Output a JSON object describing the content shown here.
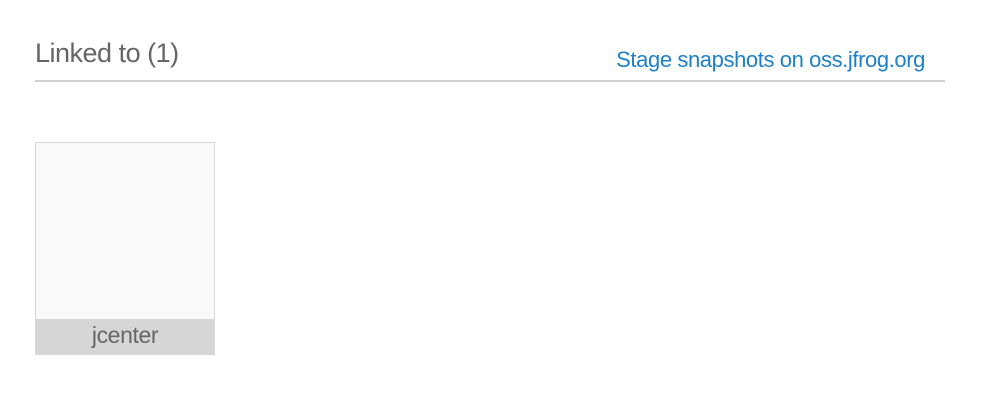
{
  "section": {
    "title": "Linked to (1)",
    "action_link": "Stage snapshots on oss.jfrog.org"
  },
  "linked_repos": [
    {
      "name": "jcenter"
    }
  ],
  "colors": {
    "link": "#1e80c8",
    "title": "#666666",
    "divider": "#d0d0d0",
    "card_label_bg": "#d6d6d6"
  }
}
